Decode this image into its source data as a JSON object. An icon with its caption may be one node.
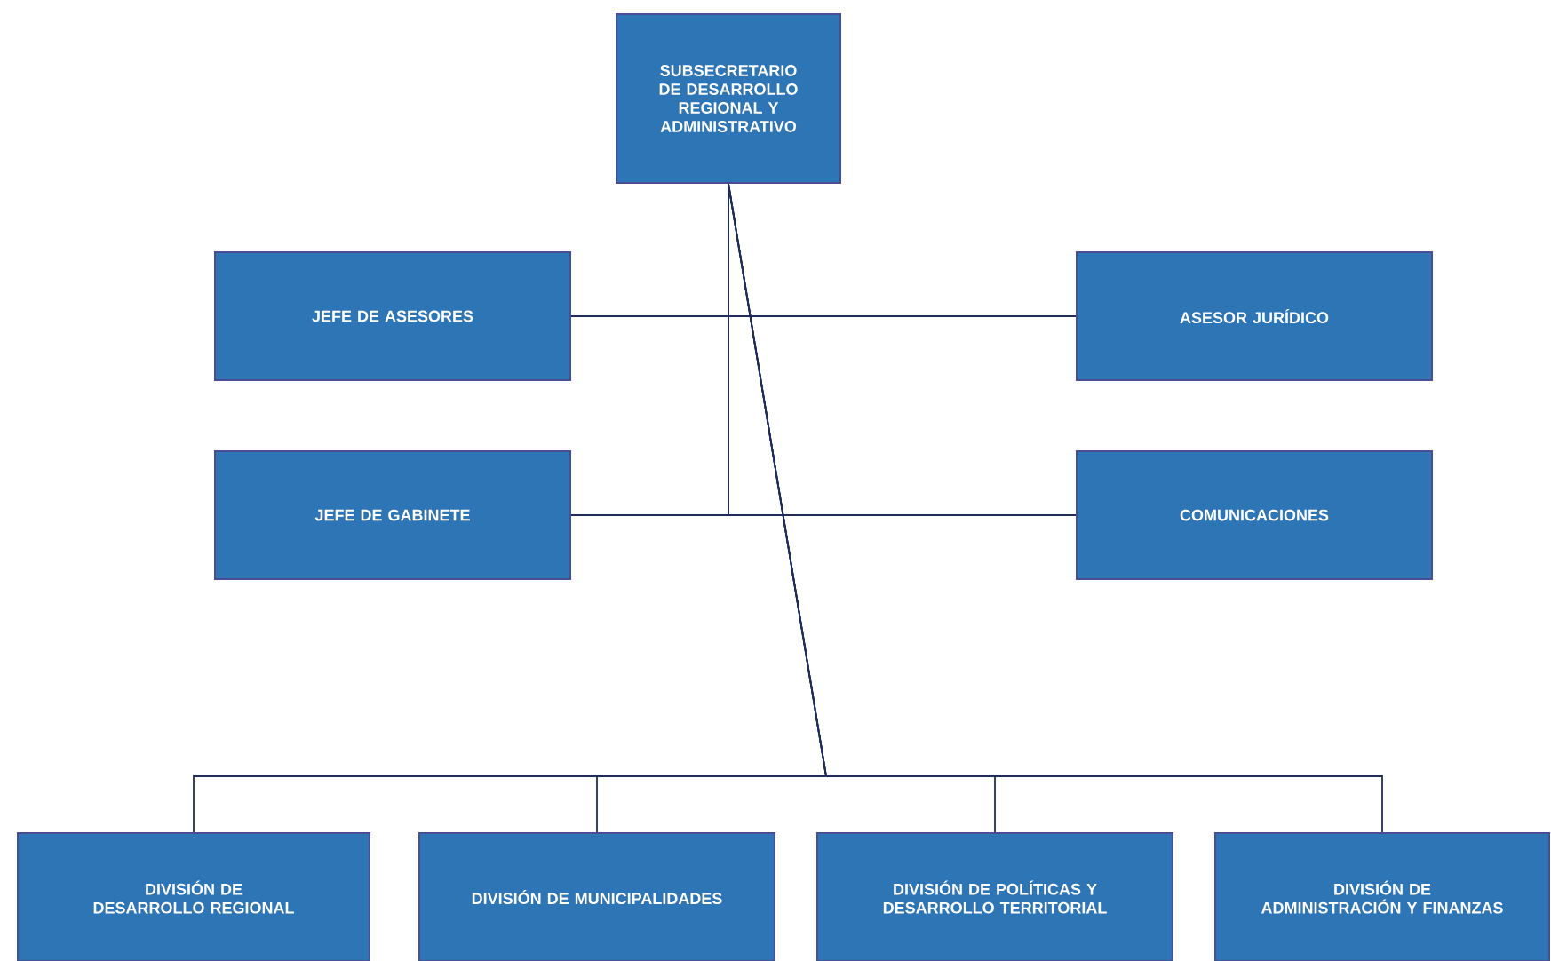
{
  "diagram": {
    "nodes": [
      {
        "text": [
          "SUBSECRETARIO DE DESARROLLO REGIONAL Y ADMINISTRATIVO"
        ]
      },
      {
        "text": [
          "JEFE DE ASESORES"
        ]
      },
      {
        "text": [
          "ASESOR JURÍDICO"
        ]
      },
      {
        "text": [
          "JEFE DE GABINETE"
        ]
      },
      {
        "text": [
          "COMUNICACIONES"
        ]
      },
      {
        "text": [
          "DIVISIÓN DE DESARROLLO REGIONAL"
        ]
      },
      {
        "text": [
          "DIVISIÓN DE MUNICIPALIDADES"
        ]
      },
      {
        "text": [
          "DIVISIÓN DE POLÍTICAS Y DESARROLLO TERRITORIAL"
        ]
      },
      {
        "text": [
          "DIVISIÓN DE ADMINISTRACIÓN Y FINANZAS"
        ]
      }
    ],
    "edges": [
      {
        "from": 0,
        "to": 1,
        "arrow": "none"
      },
      {
        "from": 0,
        "to": 2,
        "arrow": "none"
      },
      {
        "from": 0,
        "to": 3,
        "arrow": "none"
      },
      {
        "from": 0,
        "to": 4,
        "arrow": "none"
      },
      {
        "from": 0,
        "to": 5,
        "arrow": "none"
      },
      {
        "from": 0,
        "to": 6,
        "arrow": "none"
      },
      {
        "from": 0,
        "to": 7,
        "arrow": "none"
      },
      {
        "from": 0,
        "to": 8,
        "arrow": "none"
      }
    ]
  }
}
